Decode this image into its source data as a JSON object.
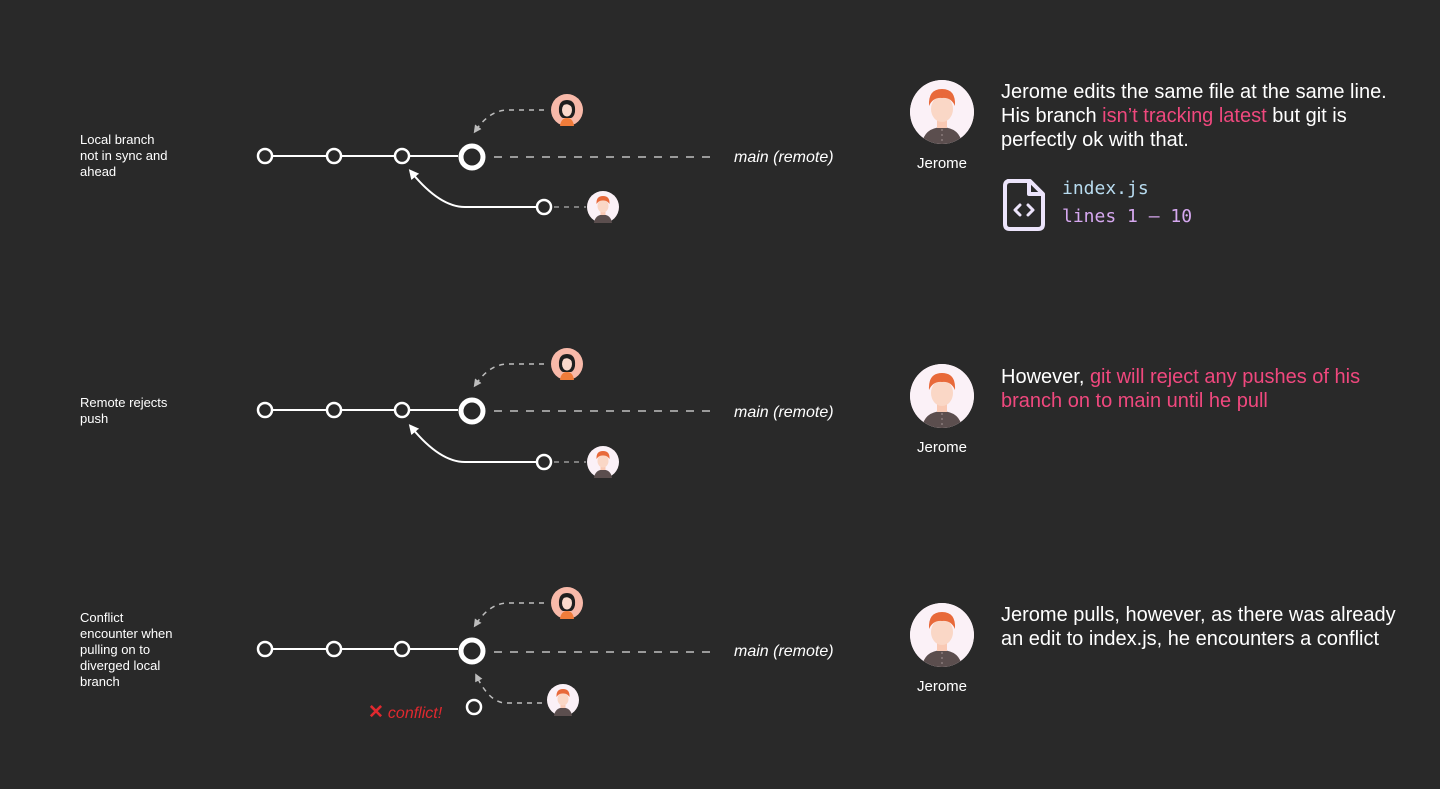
{
  "rows": [
    {
      "label_lines": [
        "Local branch",
        "not in sync and",
        "ahead"
      ],
      "remote_label": "main (remote)",
      "person": "Jerome",
      "desc_parts": [
        "Jerome edits the same file at the same line. His branch ",
        "isn’t tracking latest",
        " but git is perfectly ok with that."
      ]
    },
    {
      "label_lines": [
        "Remote rejects",
        "push"
      ],
      "remote_label": "main (remote)",
      "person": "Jerome",
      "desc_parts": [
        "However, ",
        "git will reject any pushes of his branch on to main until he pull",
        ""
      ]
    },
    {
      "label_lines": [
        "Conflict",
        "encounter when",
        "pulling on to",
        "diverged local",
        "branch"
      ],
      "remote_label": "main (remote)",
      "person": "Jerome",
      "desc_parts": [
        "Jerome pulls, however, as there was already an edit to index.js, he encounters a conflict",
        "",
        ""
      ],
      "conflict_text": "conflict!"
    }
  ],
  "file": {
    "name": "index.js",
    "lines": "lines 1 – 10",
    "icon": "code-file-icon"
  },
  "colors": {
    "background": "#292929",
    "highlight": "#f0487e",
    "conflict": "#e0292f",
    "file_name": "#b8dcf0",
    "file_lines": "#d6a8f0"
  }
}
